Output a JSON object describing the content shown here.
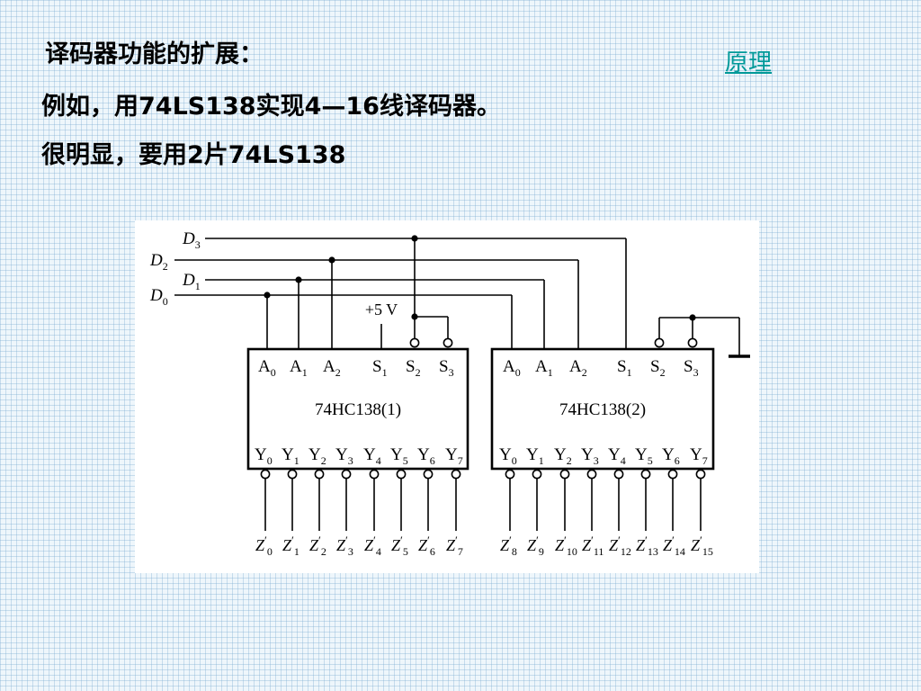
{
  "slide": {
    "heading": "译码器功能的扩展：",
    "line2": "例如，用74LS138实现4—16线译码器。",
    "line3": "很明显，要用2片74LS138",
    "link_label": "原理"
  },
  "diagram": {
    "inputs": [
      {
        "letter": "D",
        "sub": "3"
      },
      {
        "letter": "D",
        "sub": "2"
      },
      {
        "letter": "D",
        "sub": "1"
      },
      {
        "letter": "D",
        "sub": "0"
      }
    ],
    "supply_label": "+5 V",
    "chips": [
      {
        "name": "74HC138(1)",
        "pins_in": [
          {
            "l": "A",
            "s": "0"
          },
          {
            "l": "A",
            "s": "1"
          },
          {
            "l": "A",
            "s": "2"
          },
          {
            "l": "S",
            "s": "1"
          },
          {
            "l": "S",
            "s": "2"
          },
          {
            "l": "S",
            "s": "3"
          }
        ],
        "pins_out": [
          {
            "l": "Y",
            "s": "0"
          },
          {
            "l": "Y",
            "s": "1"
          },
          {
            "l": "Y",
            "s": "2"
          },
          {
            "l": "Y",
            "s": "3"
          },
          {
            "l": "Y",
            "s": "4"
          },
          {
            "l": "Y",
            "s": "5"
          },
          {
            "l": "Y",
            "s": "6"
          },
          {
            "l": "Y",
            "s": "7"
          }
        ],
        "outputs": [
          {
            "l": "Z",
            "s": "0"
          },
          {
            "l": "Z",
            "s": "1"
          },
          {
            "l": "Z",
            "s": "2"
          },
          {
            "l": "Z",
            "s": "3"
          },
          {
            "l": "Z",
            "s": "4"
          },
          {
            "l": "Z",
            "s": "5"
          },
          {
            "l": "Z",
            "s": "6"
          },
          {
            "l": "Z",
            "s": "7"
          }
        ]
      },
      {
        "name": "74HC138(2)",
        "pins_in": [
          {
            "l": "A",
            "s": "0"
          },
          {
            "l": "A",
            "s": "1"
          },
          {
            "l": "A",
            "s": "2"
          },
          {
            "l": "S",
            "s": "1"
          },
          {
            "l": "S",
            "s": "2"
          },
          {
            "l": "S",
            "s": "3"
          }
        ],
        "pins_out": [
          {
            "l": "Y",
            "s": "0"
          },
          {
            "l": "Y",
            "s": "1"
          },
          {
            "l": "Y",
            "s": "2"
          },
          {
            "l": "Y",
            "s": "3"
          },
          {
            "l": "Y",
            "s": "4"
          },
          {
            "l": "Y",
            "s": "5"
          },
          {
            "l": "Y",
            "s": "6"
          },
          {
            "l": "Y",
            "s": "7"
          }
        ],
        "outputs": [
          {
            "l": "Z",
            "s": "8"
          },
          {
            "l": "Z",
            "s": "9"
          },
          {
            "l": "Z",
            "s": "10"
          },
          {
            "l": "Z",
            "s": "11"
          },
          {
            "l": "Z",
            "s": "12"
          },
          {
            "l": "Z",
            "s": "13"
          },
          {
            "l": "Z",
            "s": "14"
          },
          {
            "l": "Z",
            "s": "15"
          }
        ]
      }
    ]
  }
}
